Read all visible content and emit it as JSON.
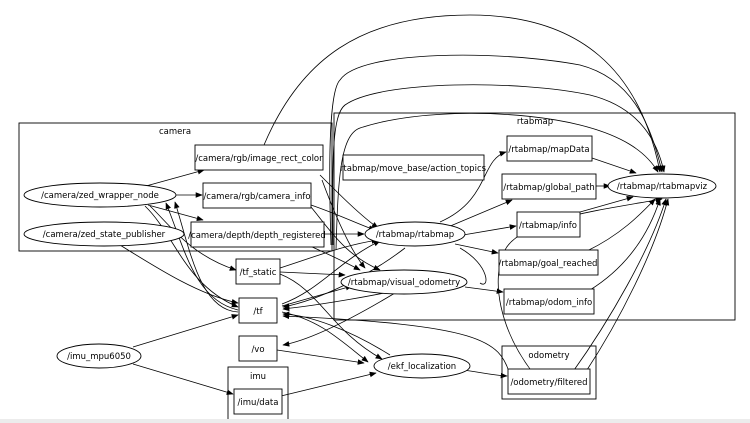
{
  "graph": {
    "title": "ROS computation graph",
    "clusters": [
      {
        "id": "camera",
        "label": "camera"
      },
      {
        "id": "rtabmap",
        "label": "rtabmap"
      },
      {
        "id": "odometry",
        "label": "odometry"
      },
      {
        "id": "imu",
        "label": "imu"
      }
    ],
    "nodes": [
      {
        "id": "zed_wrapper",
        "label": "/camera/zed_wrapper_node",
        "kind": "node"
      },
      {
        "id": "zed_state",
        "label": "/camera/zed_state_publisher",
        "kind": "node"
      },
      {
        "id": "image_rect",
        "label": "/camera/rgb/image_rect_color",
        "kind": "topic"
      },
      {
        "id": "camera_info",
        "label": "/camera/rgb/camera_info",
        "kind": "topic"
      },
      {
        "id": "depth_reg",
        "label": "/camera/depth/depth_registered",
        "kind": "topic"
      },
      {
        "id": "action_topics",
        "label": "rtabmap/move_base/action_topics",
        "kind": "topic"
      },
      {
        "id": "mapData",
        "label": "/rtabmap/mapData",
        "kind": "topic"
      },
      {
        "id": "global_path",
        "label": "/rtabmap/global_path",
        "kind": "topic"
      },
      {
        "id": "info",
        "label": "/rtabmap/info",
        "kind": "topic"
      },
      {
        "id": "goal_reached",
        "label": "/rtabmap/goal_reached",
        "kind": "topic"
      },
      {
        "id": "odom_info",
        "label": "/rtabmap/odom_info",
        "kind": "topic"
      },
      {
        "id": "rtabmapviz",
        "label": "/rtabmap/rtabmapviz",
        "kind": "node"
      },
      {
        "id": "rtabmap",
        "label": "/rtabmap/rtabmap",
        "kind": "node"
      },
      {
        "id": "visual_odom",
        "label": "/rtabmap/visual_odometry",
        "kind": "node"
      },
      {
        "id": "tf_static",
        "label": "/tf_static",
        "kind": "topic"
      },
      {
        "id": "tf",
        "label": "/tf",
        "kind": "topic"
      },
      {
        "id": "vo",
        "label": "/vo",
        "kind": "topic"
      },
      {
        "id": "imu_mpu",
        "label": "/imu_mpu6050",
        "kind": "node"
      },
      {
        "id": "imu_data",
        "label": "/imu/data",
        "kind": "topic"
      },
      {
        "id": "ekf",
        "label": "/ekf_localization",
        "kind": "node"
      },
      {
        "id": "odom_filtered",
        "label": "/odometry/filtered",
        "kind": "topic"
      }
    ],
    "edges": [
      [
        "zed_wrapper",
        "image_rect"
      ],
      [
        "zed_wrapper",
        "camera_info"
      ],
      [
        "zed_wrapper",
        "depth_reg"
      ],
      [
        "zed_wrapper",
        "tf_static"
      ],
      [
        "zed_wrapper",
        "tf"
      ],
      [
        "zed_state",
        "tf"
      ],
      [
        "image_rect",
        "rtabmap"
      ],
      [
        "image_rect",
        "visual_odom"
      ],
      [
        "image_rect",
        "rtabmapviz"
      ],
      [
        "camera_info",
        "rtabmap"
      ],
      [
        "camera_info",
        "visual_odom"
      ],
      [
        "camera_info",
        "rtabmapviz"
      ],
      [
        "depth_reg",
        "rtabmap"
      ],
      [
        "depth_reg",
        "visual_odom"
      ],
      [
        "depth_reg",
        "rtabmapviz"
      ],
      [
        "tf_static",
        "rtabmap"
      ],
      [
        "tf_static",
        "visual_odom"
      ],
      [
        "tf_static",
        "ekf"
      ],
      [
        "tf_static",
        "rtabmapviz"
      ],
      [
        "tf",
        "rtabmap"
      ],
      [
        "tf",
        "visual_odom"
      ],
      [
        "tf",
        "ekf"
      ],
      [
        "tf",
        "rtabmapviz"
      ],
      [
        "rtabmap",
        "mapData"
      ],
      [
        "rtabmap",
        "global_path"
      ],
      [
        "rtabmap",
        "info"
      ],
      [
        "rtabmap",
        "goal_reached"
      ],
      [
        "rtabmap",
        "tf"
      ],
      [
        "mapData",
        "rtabmapviz"
      ],
      [
        "global_path",
        "rtabmapviz"
      ],
      [
        "info",
        "rtabmapviz"
      ],
      [
        "goal_reached",
        "rtabmapviz"
      ],
      [
        "visual_odom",
        "odom_info"
      ],
      [
        "visual_odom",
        "vo"
      ],
      [
        "visual_odom",
        "tf"
      ],
      [
        "odom_info",
        "rtabmapviz"
      ],
      [
        "vo",
        "ekf"
      ],
      [
        "imu_mpu",
        "imu_data"
      ],
      [
        "imu_mpu",
        "tf"
      ],
      [
        "imu_data",
        "ekf"
      ],
      [
        "ekf",
        "odom_filtered"
      ],
      [
        "ekf",
        "tf"
      ],
      [
        "odom_filtered",
        "rtabmapviz"
      ],
      [
        "odom_filtered",
        "rtabmap"
      ]
    ]
  }
}
